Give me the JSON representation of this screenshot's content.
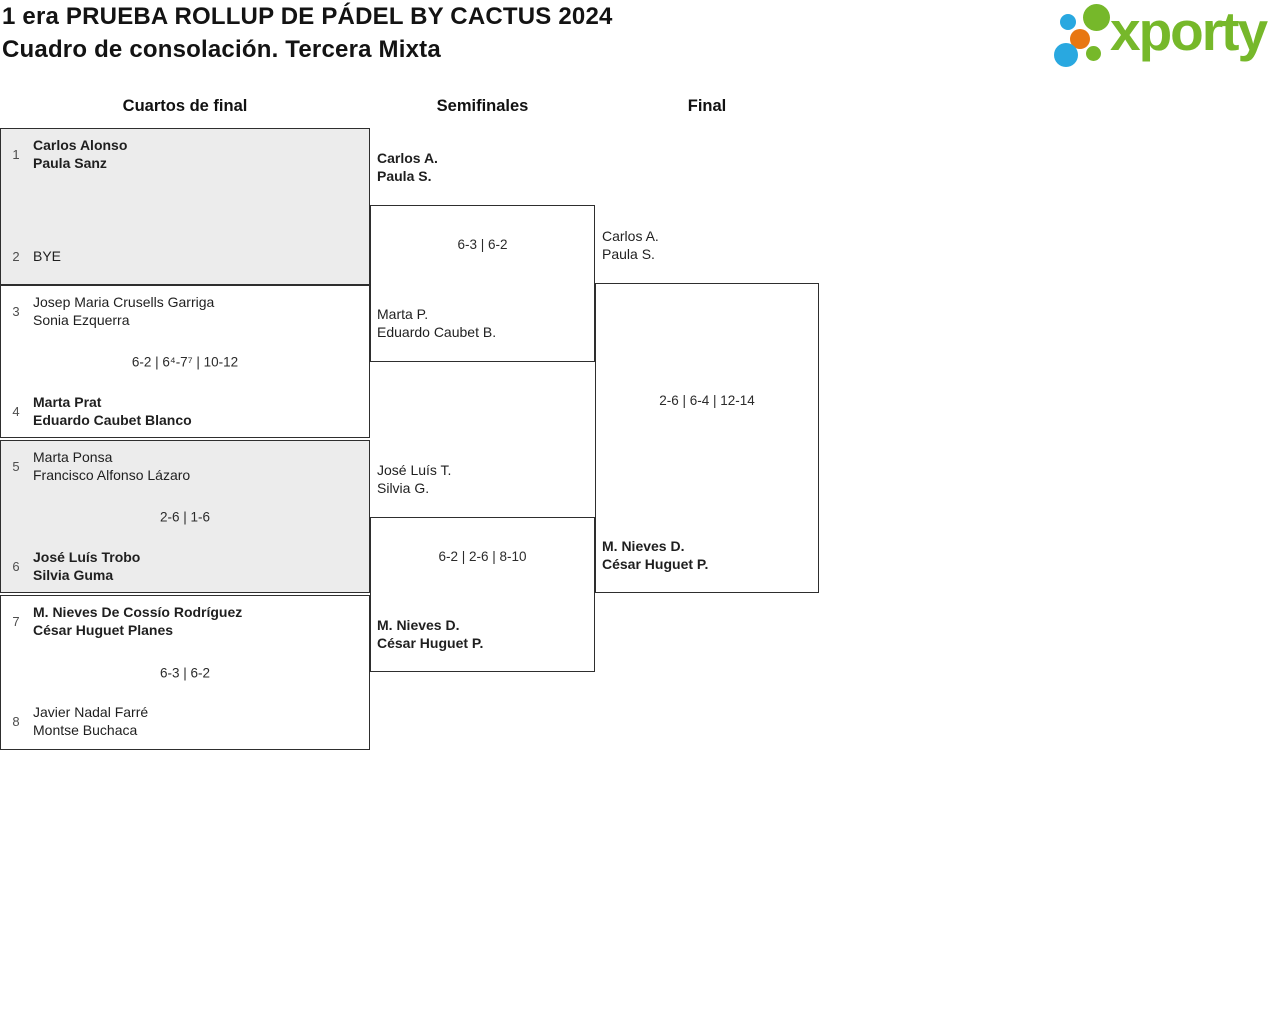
{
  "page_title": {
    "line1": "1 era PRUEBA ROLLUP DE PÁDEL BY CACTUS 2024",
    "line2": "Cuadro de consolación. Tercera Mixta"
  },
  "logo": {
    "text": "xporty",
    "green": "#76b82a",
    "blue": "#29a8e0",
    "orange": "#e87711"
  },
  "rounds": {
    "quarterfinals": "Cuartos de final",
    "semifinals": "Semifinales",
    "final": "Final"
  },
  "bracket": {
    "quarterfinals": [
      {
        "top": {
          "seed": "1",
          "players": [
            "Carlos Alonso",
            "Paula Sanz"
          ],
          "winner": true
        },
        "bottom": {
          "seed": "2",
          "players": [
            "BYE"
          ],
          "winner": false
        },
        "score": ""
      },
      {
        "top": {
          "seed": "3",
          "players": [
            "Josep Maria Crusells Garriga",
            "Sonia Ezquerra"
          ],
          "winner": false
        },
        "bottom": {
          "seed": "4",
          "players": [
            "Marta Prat",
            "Eduardo Caubet Blanco"
          ],
          "winner": true
        },
        "score": "6-2 | 6⁴-7⁷ | 10-12"
      },
      {
        "top": {
          "seed": "5",
          "players": [
            "Marta Ponsa",
            "Francisco Alfonso Lázaro"
          ],
          "winner": false
        },
        "bottom": {
          "seed": "6",
          "players": [
            "José Luís Trobo",
            "Silvia Guma"
          ],
          "winner": true
        },
        "score": "2-6 | 1-6"
      },
      {
        "top": {
          "seed": "7",
          "players": [
            "M. Nieves De Cossío Rodríguez",
            "César Huguet Planes"
          ],
          "winner": true
        },
        "bottom": {
          "seed": "8",
          "players": [
            "Javier Nadal Farré",
            "Montse Buchaca"
          ],
          "winner": false
        },
        "score": "6-3 | 6-2"
      }
    ],
    "semifinals": [
      {
        "top": {
          "players": [
            "Carlos A.",
            "Paula S."
          ],
          "winner": true
        },
        "bottom": {
          "players": [
            "Marta P.",
            "Eduardo Caubet B."
          ],
          "winner": false
        },
        "score": "6-3 | 6-2"
      },
      {
        "top": {
          "players": [
            "José Luís T.",
            "Silvia G."
          ],
          "winner": false
        },
        "bottom": {
          "players": [
            "M. Nieves D.",
            "César Huguet P."
          ],
          "winner": true
        },
        "score": "6-2 | 2-6 | 8-10"
      }
    ],
    "final": {
      "top": {
        "players": [
          "Carlos A.",
          "Paula S."
        ],
        "winner": false
      },
      "bottom": {
        "players": [
          "M. Nieves D.",
          "César Huguet P."
        ],
        "winner": true
      },
      "score": "2-6 | 6-4 | 12-14"
    }
  }
}
